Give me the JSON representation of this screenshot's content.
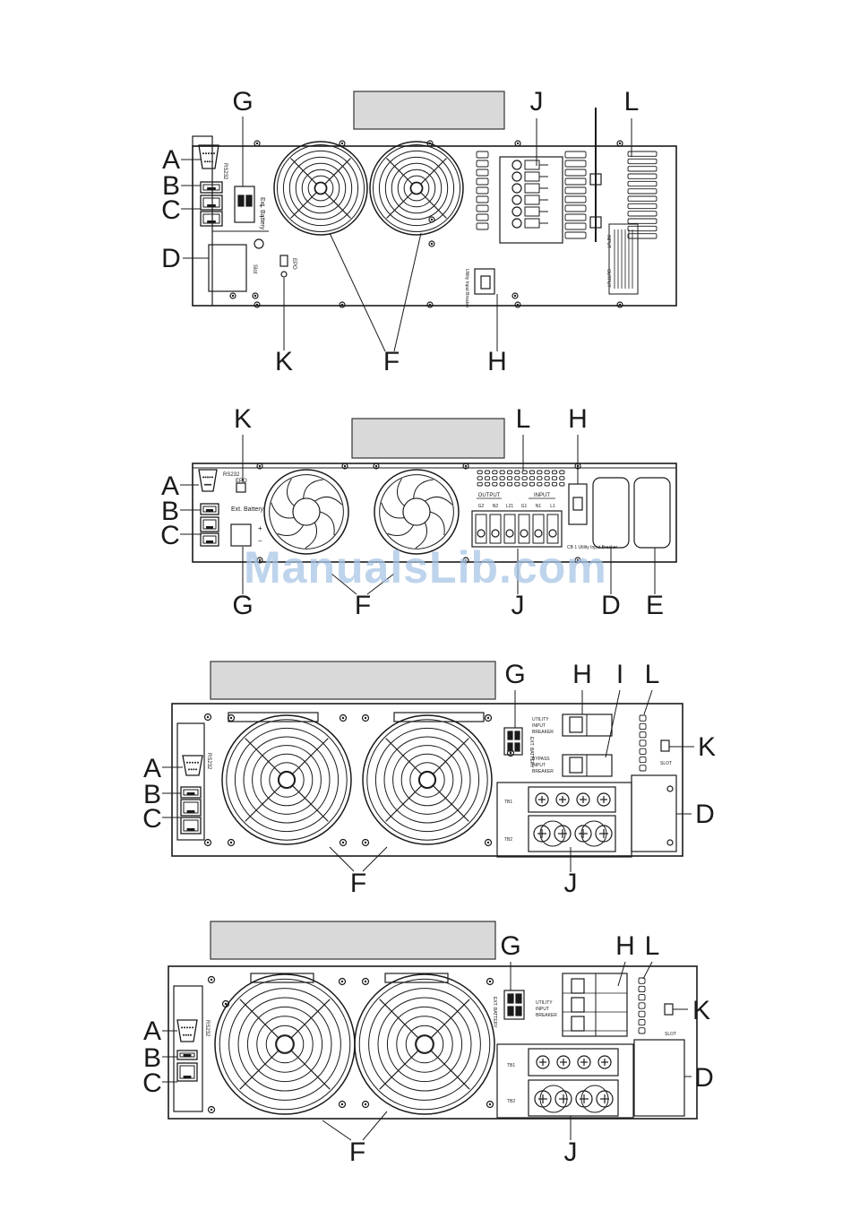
{
  "panels": [
    {
      "id": "panel-1",
      "callouts": [
        "A",
        "B",
        "C",
        "D",
        "F",
        "G",
        "H",
        "J",
        "K",
        "L"
      ],
      "printed_text": [
        "RS232",
        "Ext. Battery",
        "EPO",
        "Slot",
        "Utility Input Breaker",
        "INPUT",
        "OUTPUT"
      ]
    },
    {
      "id": "panel-2",
      "callouts": [
        "A",
        "B",
        "C",
        "D",
        "E",
        "F",
        "G",
        "H",
        "J",
        "K",
        "L"
      ],
      "printed_text": [
        "RS232",
        "EPO",
        "Ext. Battery",
        "OUTPUT",
        "INPUT",
        "G2",
        "N2",
        "L21",
        "G1",
        "N1",
        "L1",
        "CB 1 Utility Input Breaker"
      ]
    },
    {
      "id": "panel-3",
      "callouts": [
        "A",
        "B",
        "C",
        "D",
        "F",
        "G",
        "H",
        "I",
        "J",
        "K",
        "L"
      ],
      "printed_text": [
        "RS232",
        "UTILITY INPUT BREAKER",
        "BYPASS INPUT BREAKER",
        "EXT. BATTERY",
        "SLOT",
        "TB1",
        "TB2"
      ]
    },
    {
      "id": "panel-4",
      "callouts": [
        "A",
        "B",
        "C",
        "D",
        "F",
        "G",
        "H",
        "J",
        "K",
        "L"
      ],
      "printed_text": [
        "RS232",
        "UTILITY INPUT BREAKER",
        "EXT. BATTERY",
        "SLOT",
        "TB1",
        "TB2"
      ]
    }
  ],
  "watermark": "ManualsLib.com",
  "colors": {
    "line": "#1a1a1a",
    "title_box": "#d9d9d9",
    "watermark": "#a9c6e6"
  }
}
